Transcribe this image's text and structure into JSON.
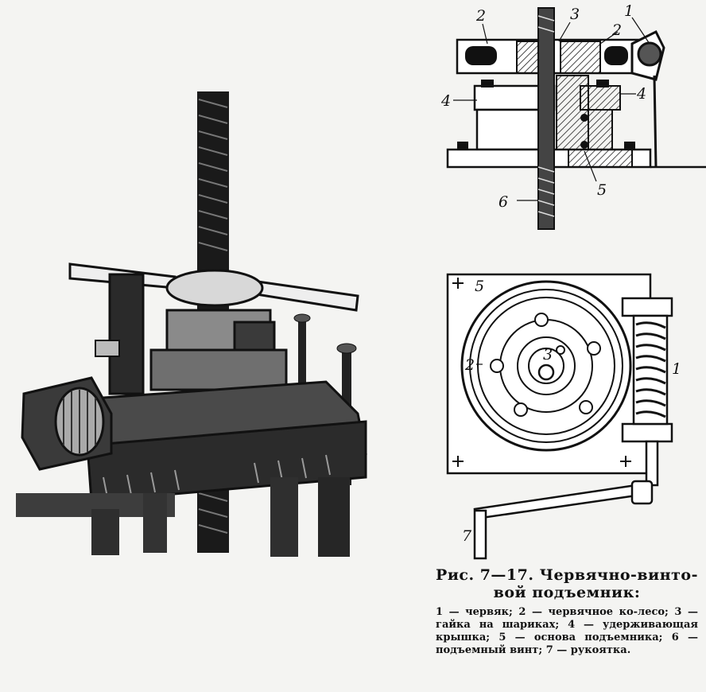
{
  "top_diagram": {
    "labels": [
      "2",
      "3",
      "1",
      "2",
      "4",
      "4",
      "5",
      "6"
    ]
  },
  "bottom_diagram": {
    "labels": [
      "5",
      "3",
      "2",
      "1",
      "7"
    ]
  },
  "caption": {
    "title_line1": "Рис. 7—17. Червячно-винто-",
    "title_line2": "вой подъемник:",
    "legend": [
      "1 — червяк;",
      "2 — червячное ко-лесо;",
      "3 — гайка на шариках;",
      "4 — удерживающая крышка;",
      "5 — основа подъемника;",
      "6 — подъемный винт;",
      "7 — рукоятка."
    ]
  }
}
